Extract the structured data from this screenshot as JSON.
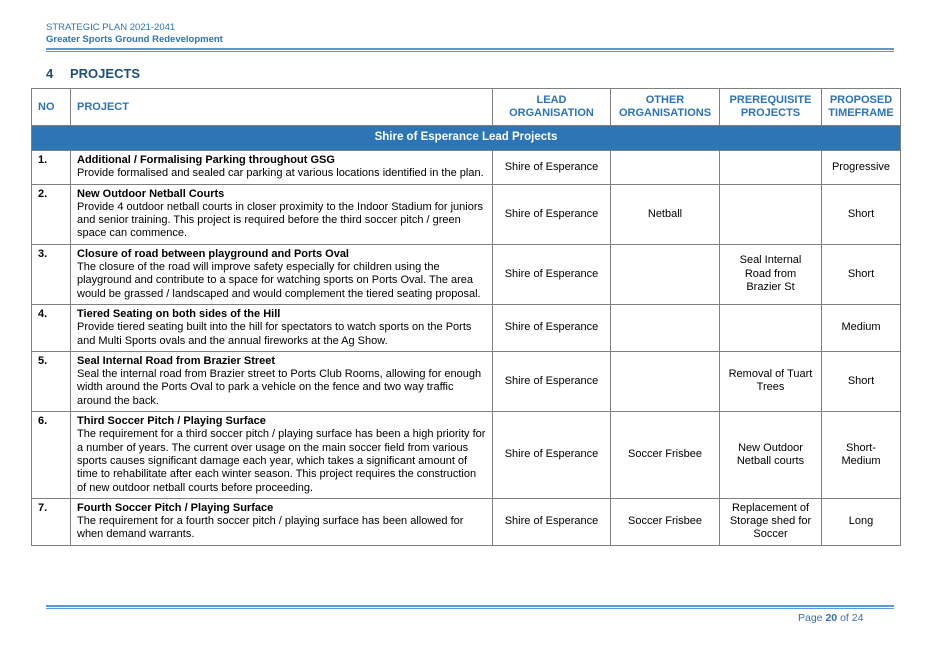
{
  "header": {
    "line1": "STRATEGIC PLAN 2021-2041",
    "line2": "Greater Sports Ground Redevelopment"
  },
  "section": {
    "number": "4",
    "title": "PROJECTS"
  },
  "table": {
    "columns": {
      "no": "NO",
      "project": "PROJECT",
      "lead_1": "LEAD",
      "lead_2": "ORGANISATION",
      "other_1": "OTHER",
      "other_2": "ORGANISATIONS",
      "prereq_1": "PREREQUISITE",
      "prereq_2": "PROJECTS",
      "time_1": "PROPOSED",
      "time_2": "TIMEFRAME"
    },
    "group_title": "Shire of Esperance Lead Projects",
    "rows": [
      {
        "no": "1.",
        "title": "Additional / Formalising Parking throughout GSG",
        "desc": "Provide formalised and sealed car parking at various locations identified in the plan.",
        "lead": "Shire of Esperance",
        "other": "",
        "prereq": "",
        "timeframe": "Progressive"
      },
      {
        "no": "2.",
        "title": "New Outdoor Netball Courts",
        "desc": "Provide 4 outdoor netball courts in closer proximity to the Indoor Stadium for juniors and senior training. This project is required before the third soccer pitch / green space can commence.",
        "lead": "Shire of Esperance",
        "other": "Netball",
        "prereq": "",
        "timeframe": "Short"
      },
      {
        "no": "3.",
        "title": "Closure of road between playground and Ports Oval",
        "desc": "The closure of the road will improve safety especially for children using the playground and contribute to a space for watching sports on Ports Oval. The area would be grassed / landscaped and would complement the tiered seating proposal.",
        "lead": "Shire of Esperance",
        "other": "",
        "prereq": "Seal Internal Road from Brazier St",
        "timeframe": "Short"
      },
      {
        "no": "4.",
        "title": "Tiered Seating on both sides of the Hill",
        "desc": "Provide tiered seating built into the hill for spectators to watch sports on the Ports and Multi Sports ovals and the annual fireworks at the Ag Show.",
        "lead": "Shire of Esperance",
        "other": "",
        "prereq": "",
        "timeframe": "Medium"
      },
      {
        "no": "5.",
        "title": "Seal Internal Road from Brazier Street",
        "desc": "Seal the internal road from Brazier street to Ports Club Rooms, allowing for enough width around the Ports Oval to park a vehicle on the fence and two way traffic around the back.",
        "lead": "Shire of Esperance",
        "other": "",
        "prereq": "Removal of Tuart Trees",
        "timeframe": "Short"
      },
      {
        "no": "6.",
        "title": "Third Soccer Pitch / Playing Surface",
        "desc": "The requirement for a third soccer pitch / playing surface has been a high priority for a number of years. The current over usage on the main soccer field from various sports causes significant damage each year, which takes a significant amount of time to rehabilitate after each winter season. This project requires the construction of new outdoor netball courts before proceeding.",
        "lead": "Shire of Esperance",
        "other": "Soccer Frisbee",
        "prereq": "New Outdoor Netball courts",
        "timeframe": "Short-Medium"
      },
      {
        "no": "7.",
        "title": "Fourth Soccer Pitch / Playing Surface",
        "desc": "The requirement for a fourth soccer pitch / playing surface has been allowed for when demand warrants.",
        "lead": "Shire of Esperance",
        "other": "Soccer Frisbee",
        "prereq": "Replacement of Storage shed for Soccer",
        "timeframe": "Long"
      }
    ]
  },
  "footer": {
    "page_label": "Page",
    "page": "20",
    "of_label": "of",
    "total": "24"
  }
}
